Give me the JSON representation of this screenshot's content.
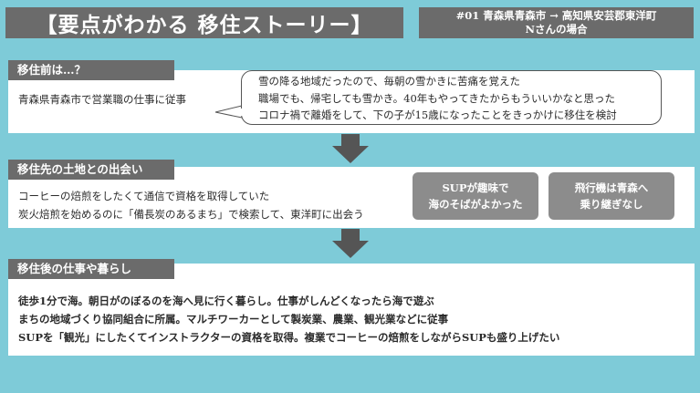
{
  "header": {
    "title": "【要点がわかる 移住ストーリー】",
    "case_line1": "#01 青森県青森市 → 高知県安芸郡東洋町",
    "case_line2": "Nさんの場合"
  },
  "before": {
    "label": "移住前は…？",
    "summary": "青森県青森市で営業職の仕事に従事",
    "quote": [
      "雪の降る地域だったので、毎朝の雪かきに苦痛を覚えた",
      "職場でも、帰宅しても雪かき。40年もやってきたからもういいかなと思った",
      "コロナ禍で離婚をして、下の子が15歳になったことをきっかけに移住を検討"
    ]
  },
  "encounter": {
    "label": "移住先の土地との出会い",
    "lines": [
      "コーヒーの焙煎をしたくて通信で資格を取得していた",
      "炭火焙煎を始めるのに「備長炭のあるまち」で検索して、東洋町に出会う"
    ],
    "box1": [
      "SUPが趣味で",
      "海のそばがよかった"
    ],
    "box2": [
      "飛行機は青森へ",
      "乗り継ぎなし"
    ]
  },
  "after": {
    "label": "移住後の仕事や暮らし",
    "lines": [
      "徒歩1分で海。朝日がのぼるのを海へ見に行く暮らし。仕事がしんどくなったら海で遊ぶ",
      "まちの地域づくり協同組合に所属。マルチワーカーとして製炭業、農業、観光業などに従事",
      "SUPを「観光」にしたくてインストラクターの資格を取得。複業でコーヒーの焙煎をしながらSUPも盛り上げたい"
    ]
  },
  "colors": {
    "background": "#7ecbd8",
    "label_bg": "#6b6b6b",
    "box_bg": "#8c8c8c",
    "arrow": "#555555"
  },
  "icons": [
    "down-arrow-icon",
    "down-arrow-icon"
  ]
}
